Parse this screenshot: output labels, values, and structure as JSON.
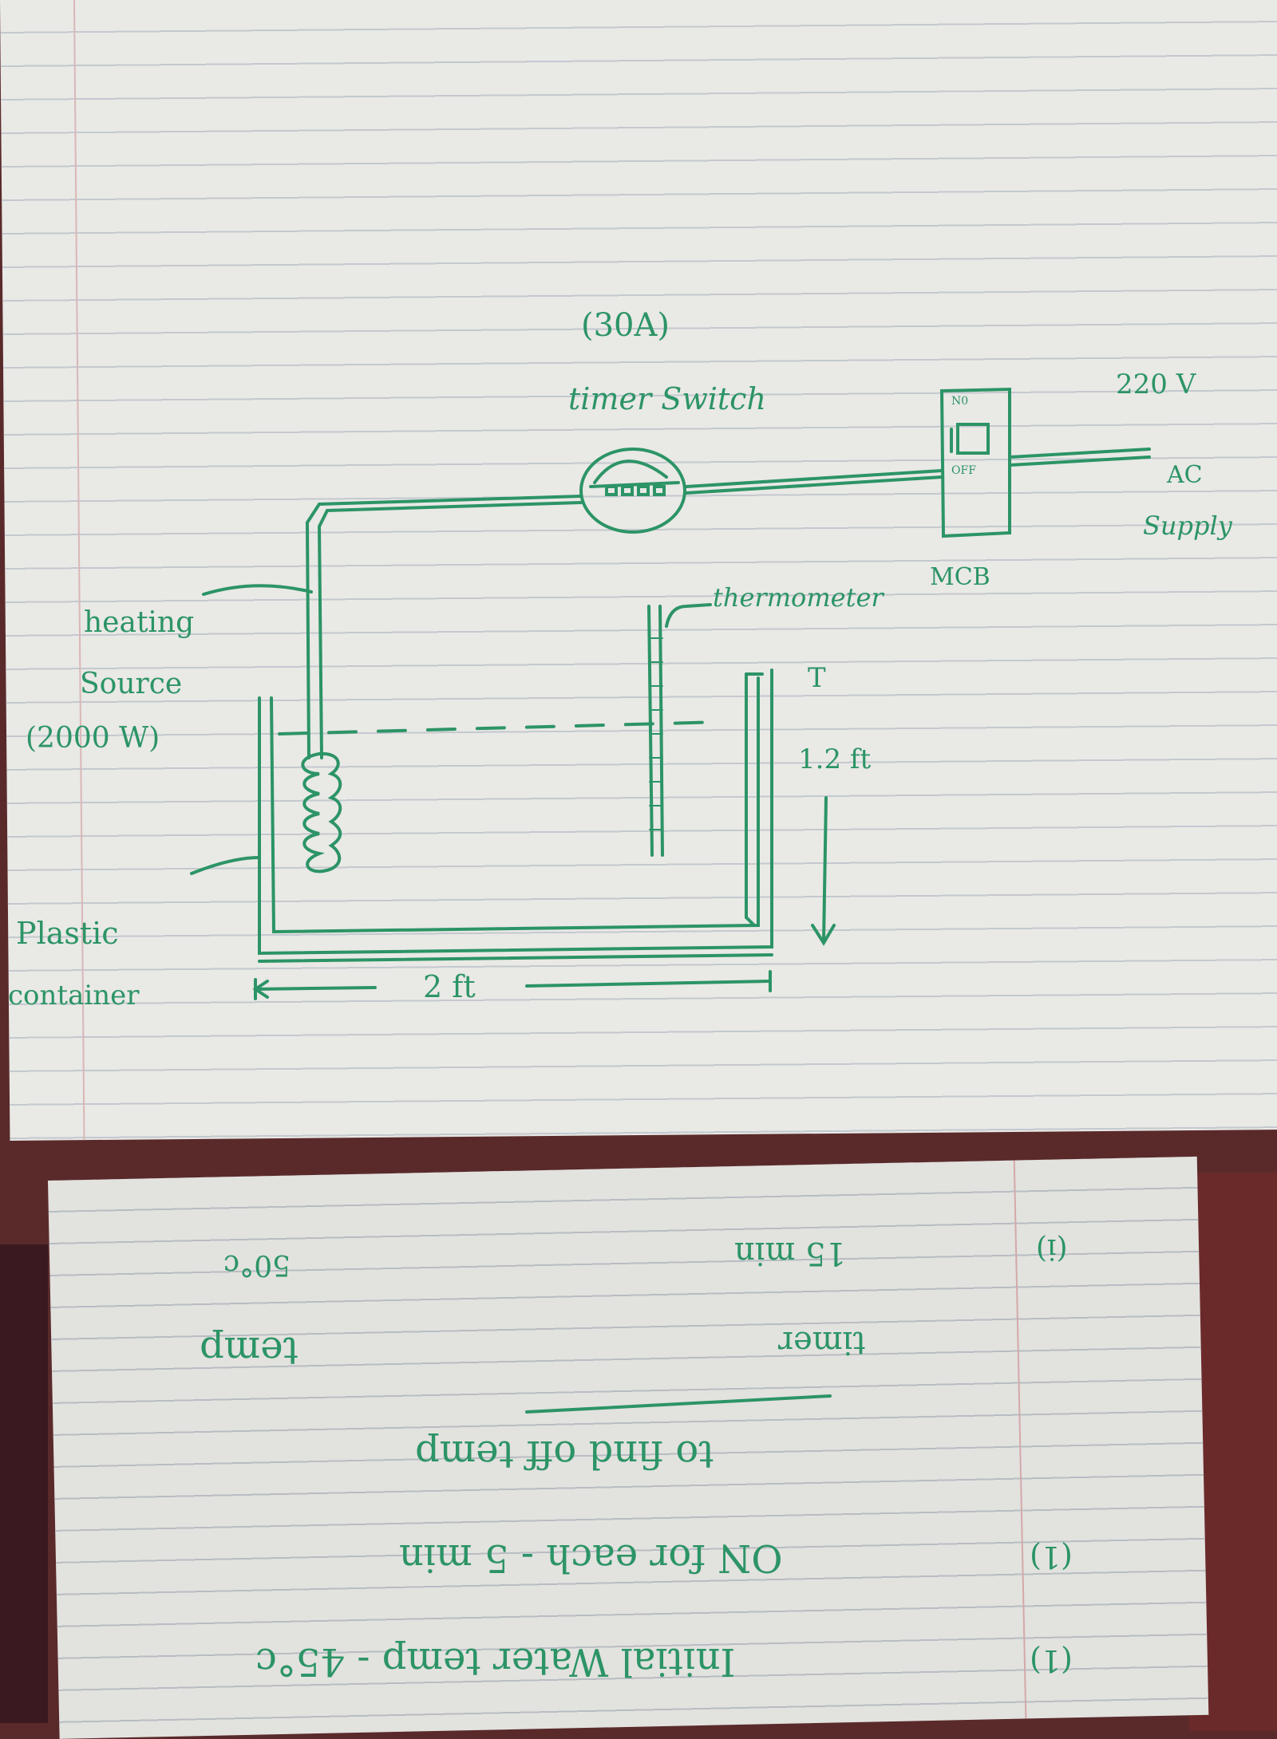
{
  "diagram": {
    "ink_color": "#2c9466",
    "labels": {
      "timer_rating": "(30A)",
      "timer_switch": "timer Switch",
      "mcb": "MCB",
      "mcb_mark_top": "N0",
      "mcb_mark_bottom": "OFF",
      "voltage": "220 V",
      "ac": "AC",
      "supply": "Supply",
      "thermometer": "thermometer",
      "heating_source_line1": "heating",
      "heating_source_line2": "Source",
      "heating_source_power": "(2000 W)",
      "container_line1": "Plastic",
      "container_line2": "container",
      "height": "1.2 ft",
      "height_top": "T",
      "width": "2 ft"
    }
  },
  "notes": {
    "line1_number": "(1)",
    "line1": "Initial Water temp - 45°c",
    "line2_number": "(1)",
    "line2": "ON for each - 5 min",
    "line3": "to find off temp",
    "col_timer": "timer",
    "col_temp": "temp",
    "row_number": "(i)",
    "row_timer": "15 min",
    "row_temp": "50°c"
  }
}
